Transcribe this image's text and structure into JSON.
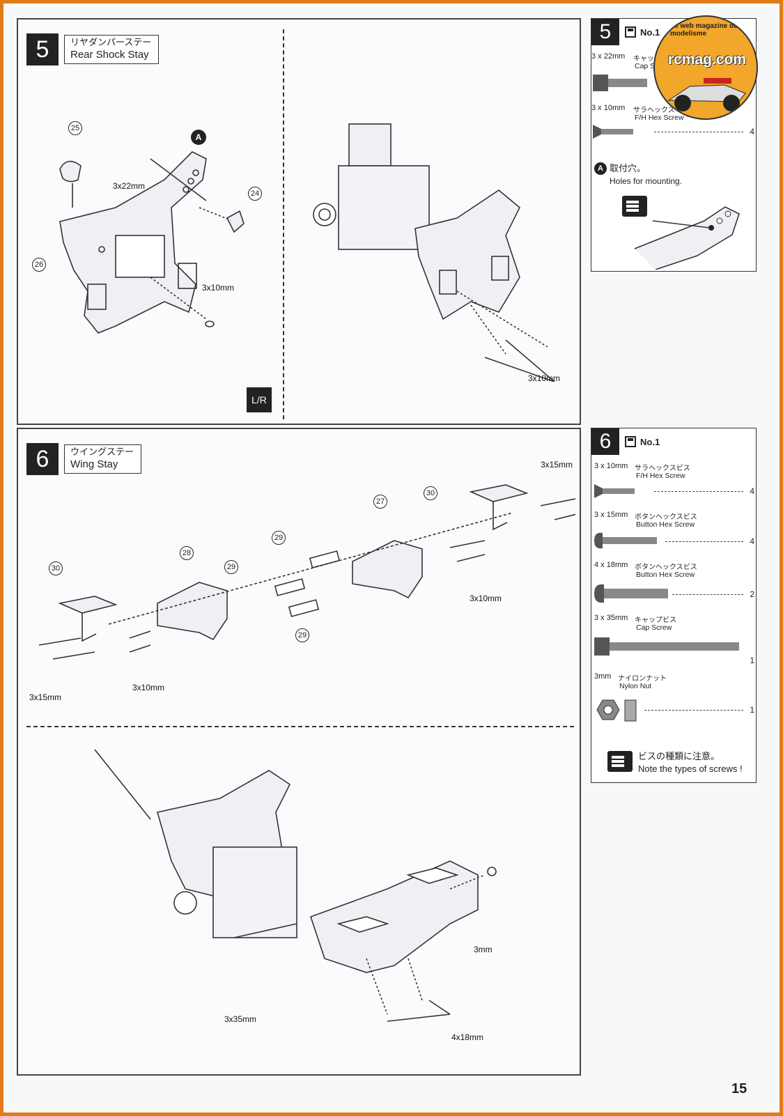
{
  "page_number": "15",
  "logo": {
    "name": "rcmag.com",
    "tagline": "Le web magazine du modelisme"
  },
  "step5": {
    "number": "5",
    "title_jp": "リヤダンパーステー",
    "title_en": "Rear Shock Stay",
    "labels": {
      "part_25": "25",
      "part_24": "24",
      "part_26": "26",
      "point_a": "A",
      "screw_3x22": "3x22mm",
      "screw_3x10_left": "3x10mm",
      "screw_3x10_right": "3x10mm",
      "lr_mark": "L/R"
    }
  },
  "step6": {
    "number": "6",
    "title_jp": "ウイングステー",
    "title_en": "Wing Stay",
    "labels": {
      "part_30_left": "30",
      "part_30_right": "30",
      "part_27": "27",
      "part_28": "28",
      "part_29_a": "29",
      "part_29_b": "29",
      "part_29_c": "29",
      "screw_3x15_top": "3x15mm",
      "screw_3x10_mid": "3x10mm",
      "screw_3x10_left": "3x10mm",
      "screw_3x15_left": "3x15mm",
      "screw_3x35": "3x35mm",
      "screw_4x18": "4x18mm",
      "nut_3mm": "3mm"
    }
  },
  "sidebar5": {
    "number": "5",
    "bag": "No.1",
    "parts": [
      {
        "size": "3 x 22mm",
        "jp": "キャップ",
        "en": "Cap S",
        "qty": ""
      },
      {
        "size": "3 x 10mm",
        "jp": "サラヘックス",
        "en": "F/H Hex Screw",
        "qty": "4"
      }
    ],
    "note_marker": "A",
    "note_jp": "取付穴。",
    "note_en": "Holes for mounting."
  },
  "sidebar6": {
    "number": "6",
    "bag": "No.1",
    "parts": [
      {
        "size": "3 x 10mm",
        "jp": "サラヘックスビス",
        "en": "F/H Hex Screw",
        "qty": "4"
      },
      {
        "size": "3 x 15mm",
        "jp": "ボタンヘックスビス",
        "en": "Button Hex Screw",
        "qty": "4"
      },
      {
        "size": "4 x 18mm",
        "jp": "ボタンヘックスビス",
        "en": "Button Hex Screw",
        "qty": "2"
      },
      {
        "size": "3 x 35mm",
        "jp": "キャップビス",
        "en": "Cap Screw",
        "qty": "1"
      },
      {
        "size": "3mm",
        "jp": "ナイロンナット",
        "en": "Nylon Nut",
        "qty": "1"
      }
    ],
    "note_jp": "ビスの種類に注意。",
    "note_en": "Note the types of screws !"
  }
}
